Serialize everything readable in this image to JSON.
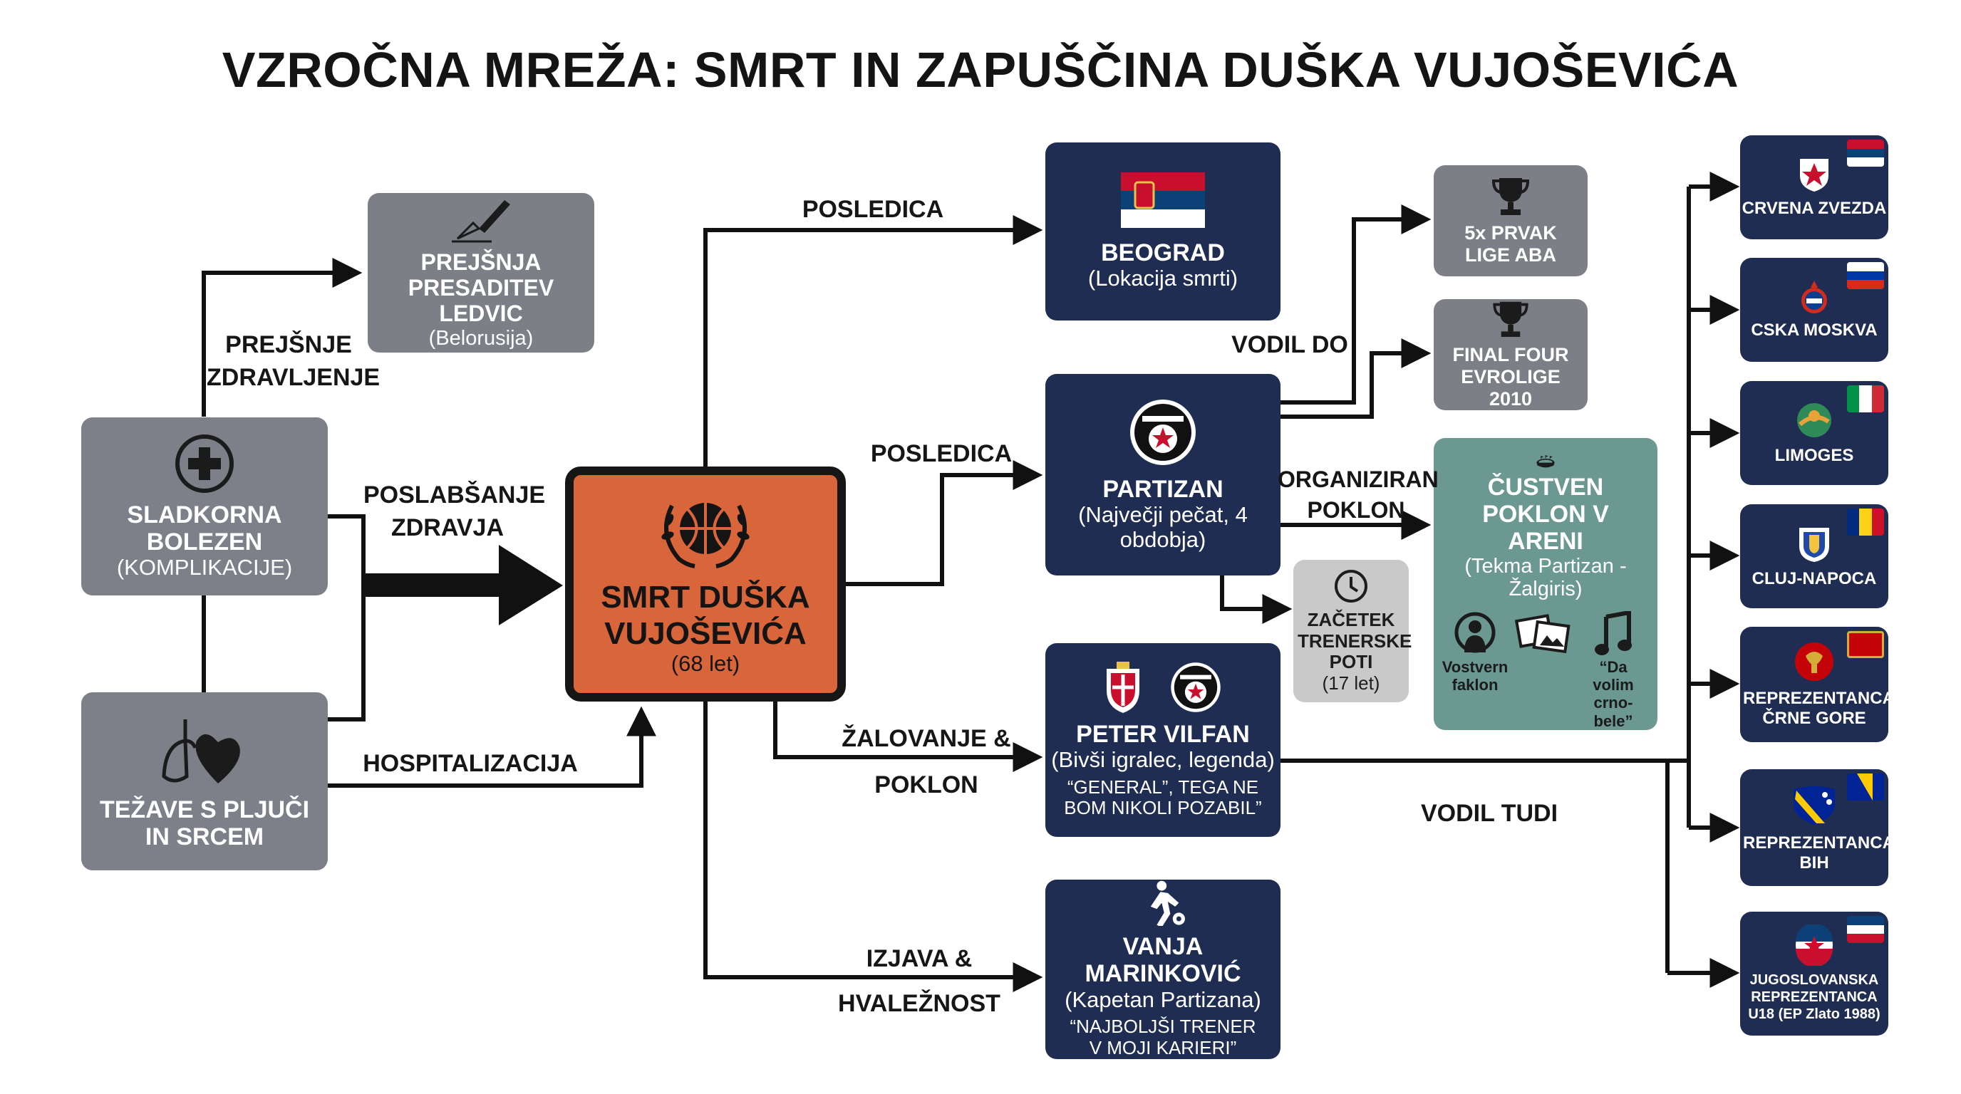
{
  "title": "VZROČNA MREŽA: SMRT IN ZAPUŠČINA DUŠKA VUJOŠEVIĆA",
  "colors": {
    "gray": "#7d8089",
    "navy": "#1f2d52",
    "orange": "#d9663a",
    "teal": "#6b9992",
    "pale": "#c9c9c9"
  },
  "causes": {
    "diabetes": {
      "title": "SLADKORNA BOLEZEN",
      "sub": "(KOMPLIKACIJE)",
      "icon": "medical-cross-icon"
    },
    "lungs": {
      "title": "TEŽAVE S PLJUČI IN SRCEM",
      "icon": "lungs-heart-icon"
    },
    "transplant": {
      "title": "PREJŠNJA PRESADITEV LEDVIC",
      "sub": "(Belorusija)",
      "icon": "scalpel-icon"
    }
  },
  "center": {
    "title": "SMRT DUŠKA VUJOŠEVIĆA",
    "sub": "(68 let)",
    "icon": "basketball-laurel-icon"
  },
  "effects": {
    "belgrade": {
      "title": "BEOGRAD",
      "sub": "(Lokacija smrti)",
      "icon": "serbia-flag-icon"
    },
    "partizan": {
      "title": "PARTIZAN",
      "sub": "(Največji pečat, 4 obdobja)",
      "icon": "partizan-crest-icon"
    },
    "vilfan": {
      "title": "PETER VILFAN",
      "sub": "(Bivši igralec, legenda)",
      "quote": "“GENERAL”, TEGA NE BOM NIKOLI POZABIL”"
    },
    "marinkovic": {
      "title": "VANJA MARINKOVIĆ",
      "sub": "(Kapetan Partizana)",
      "quote": "“NAJBOLJŠI TRENER V MOJI KARIERI”",
      "icon": "player-ball-icon"
    }
  },
  "achievements": {
    "aba": {
      "title": "5x PRVAK LIGE ABA",
      "icon": "trophy-icon"
    },
    "final_four": {
      "title": "FINAL FOUR EVROLIGE 2010",
      "icon": "trophy-icon"
    },
    "start": {
      "title": "ZAČETEK TRENERSKE POTI",
      "sub": "(17 let)",
      "icon": "clock-icon"
    }
  },
  "tribute": {
    "title": "ČUSTVEN POKLON V ARENI",
    "sub": "(Tekma Partizan - Žalgiris)",
    "items": [
      {
        "label": "Vostvern faklon",
        "icon": "torch-icon"
      },
      {
        "label": "",
        "icon": "photos-icon"
      },
      {
        "label": "“Da volim crno-bele”",
        "icon": "music-note-icon"
      }
    ]
  },
  "teams": [
    {
      "name": "CRVENA ZVEZDA",
      "icon": "crvena-zvezda-crest-icon"
    },
    {
      "name": "CSKA MOSKVA",
      "icon": "cska-crest-icon"
    },
    {
      "name": "LIMOGES",
      "icon": "limoges-crest-icon"
    },
    {
      "name": "CLUJ-NAPOCA",
      "icon": "cluj-crest-icon"
    },
    {
      "name": "REPREZENTANCA ČRNE GORE",
      "icon": "montenegro-crest-icon"
    },
    {
      "name": "REPREZENTANCA BIH",
      "icon": "bih-crest-icon"
    },
    {
      "name": "JUGOSLOVANSKA REPREZENTANCA U18 (EP Zlato 1988)",
      "icon": "yugoslavia-crest-icon"
    }
  ],
  "labels": {
    "prev_health": "PREJŠNJE ZDRAVLJENJE",
    "weakening": "POSLABŠANJE ZDRAVJA",
    "hospital": "HOSPITALIZACIJA",
    "consequence1": "POSLEDICA",
    "consequence2": "POSLEDICA",
    "mourning": "ŽALOVANJE & POKLON",
    "statement": "IZJAVA & HVALEŽNOST",
    "led_to": "VODIL DO",
    "organized": "ORGANIZIRAN POKLON",
    "also_led": "VODIL TUDI"
  }
}
